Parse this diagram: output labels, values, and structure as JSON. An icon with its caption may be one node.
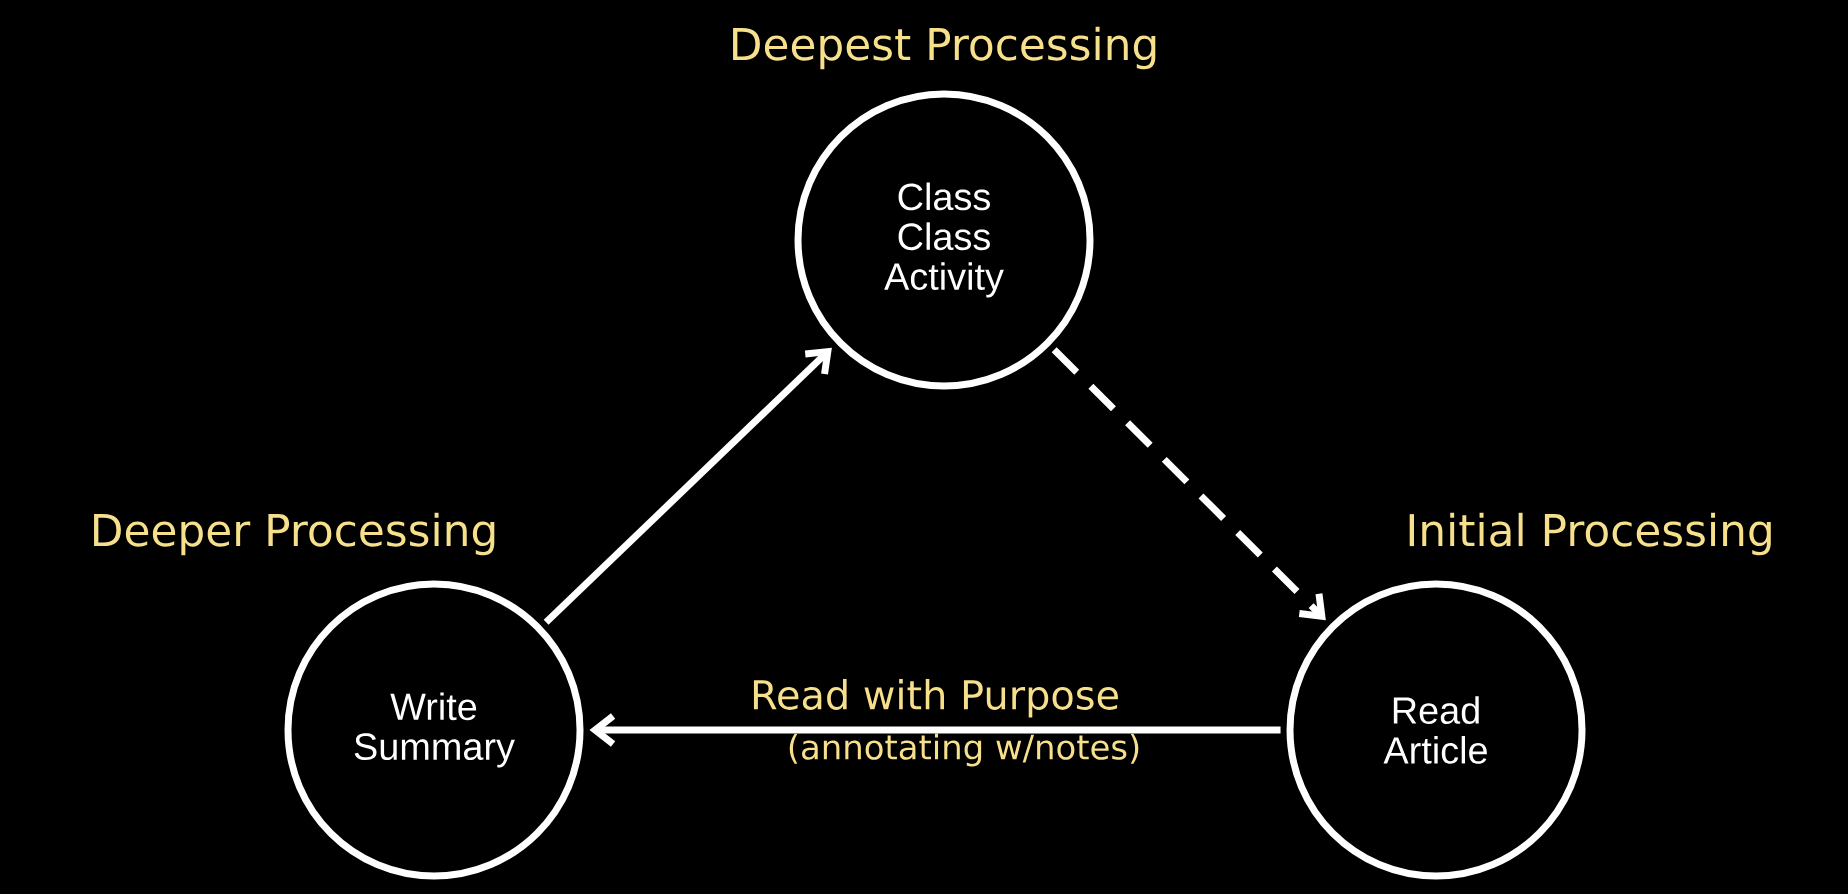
{
  "diagram": {
    "nodes": [
      {
        "text": [
          "Class Class Activity"
        ],
        "beside": [
          "Deepest Processing"
        ]
      },
      {
        "text": [
          "Write Summary"
        ],
        "beside": [
          "Deeper Processing"
        ]
      },
      {
        "text": [
          "Read Article"
        ],
        "beside": [
          "Initial Processing"
        ]
      }
    ],
    "edges": [
      {
        "from": 1,
        "to": 0,
        "arrow": "to"
      },
      {
        "from": 0,
        "to": 2,
        "arrow": "to",
        "style": "dashed"
      },
      {
        "from": 2,
        "to": 1,
        "arrow": "to",
        "label": "Read with Purpose"
      }
    ],
    "labels": [
      "(annotating w/notes)"
    ]
  }
}
